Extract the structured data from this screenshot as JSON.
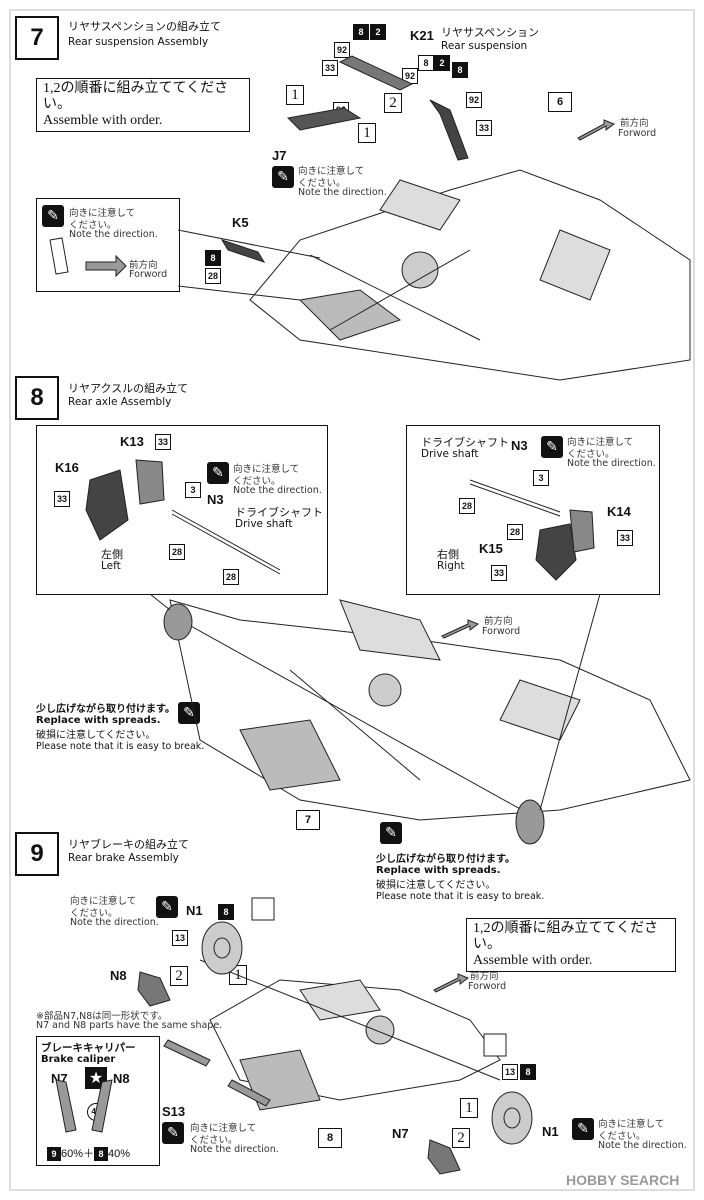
{
  "step7": {
    "number": "7",
    "title_jp": "リヤサスペンションの組み立て",
    "title_en": "Rear suspension Assembly",
    "order_jp": "1,2の順番に組み立ててください。",
    "order_en": "Assemble with order.",
    "k21": "K21",
    "k21_jp": "リヤサスペンション",
    "k21_en": "Rear suspension",
    "j7": "J7",
    "k5": "K5",
    "ref6": "6",
    "forward_jp": "前方向",
    "forward_en": "Forword",
    "note_jp": "向きに注意して",
    "note_jp2": "ください。",
    "note_en": "Note the direction.",
    "inset_forward_jp": "前方向",
    "inset_forward_en": "Forword",
    "seq1": "1",
    "seq2": "2",
    "badges": [
      "8",
      "2",
      "92",
      "33",
      "92",
      "8",
      "2",
      "8",
      "92",
      "33",
      "92",
      "8",
      "28"
    ]
  },
  "step8": {
    "number": "8",
    "title_jp": "リヤアクスルの組み立て",
    "title_en": "Rear axle Assembly",
    "left": {
      "k13": "K13",
      "k16": "K16",
      "n3": "N3",
      "drive_jp": "ドライブシャフト",
      "drive_en": "Drive shaft",
      "side_jp": "左側",
      "side_en": "Left",
      "note_jp": "向きに注意して",
      "note_jp2": "ください。",
      "note_en": "Note the direction.",
      "badges": [
        "33",
        "33",
        "3",
        "28",
        "28"
      ]
    },
    "right": {
      "drive_jp": "ドライブシャフト",
      "drive_en": "Drive shaft",
      "n3": "N3",
      "k14": "K14",
      "k15": "K15",
      "side_jp": "右側",
      "side_en": "Right",
      "note_jp": "向きに注意して",
      "note_jp2": "ください。",
      "note_en": "Note the direction.",
      "badges": [
        "3",
        "28",
        "28",
        "33",
        "33"
      ]
    },
    "forward_jp": "前方向",
    "forward_en": "Forword",
    "spread_jp": "少し広げながら取り付けます。",
    "spread_en": "Replace with spreads.",
    "break_jp": "破損に注意してください。",
    "break_en": "Please note that it is easy to break.",
    "spread2_jp": "少し広げながら取り付けます。",
    "spread2_en": "Replace with spreads.",
    "break2_jp": "破損に注意してください。",
    "break2_en": "Please note that it is easy to break.",
    "ref7": "7"
  },
  "step9": {
    "number": "9",
    "title_jp": "リヤブレーキの組み立て",
    "title_en": "Rear brake Assembly",
    "note_jp": "向きに注意して",
    "note_jp2": "ください。",
    "note_en": "Note the direction.",
    "n1": "N1",
    "n8": "N8",
    "n7": "N7",
    "s13": "S13",
    "same_jp": "※部品N7,N8は同一形状です。",
    "same_en": "N7 and N8 parts have the same shape.",
    "caliper_jp": "ブレーキキャリパー",
    "caliper_en": "Brake caliper",
    "mix_a": "9",
    "mix_a_pct": "60%＋",
    "mix_b": "8",
    "mix_b_pct": "40%",
    "badge43": "43",
    "order_jp": "1,2の順番に組み立ててください。",
    "order_en": "Assemble with order.",
    "forward_jp": "前方向",
    "forward_en": "Forword",
    "ref8": "8",
    "note2_jp": "向きに注意して",
    "note2_jp2": "ください。",
    "note2_en": "Note the direction.",
    "note3_jp": "向きに注意して",
    "note3_jp2": "ください。",
    "note3_en": "Note the direction.",
    "seq1": "1",
    "seq2": "2",
    "badges": [
      "8",
      "13",
      "13",
      "8"
    ]
  },
  "watermark": "HOBBY SEARCH"
}
